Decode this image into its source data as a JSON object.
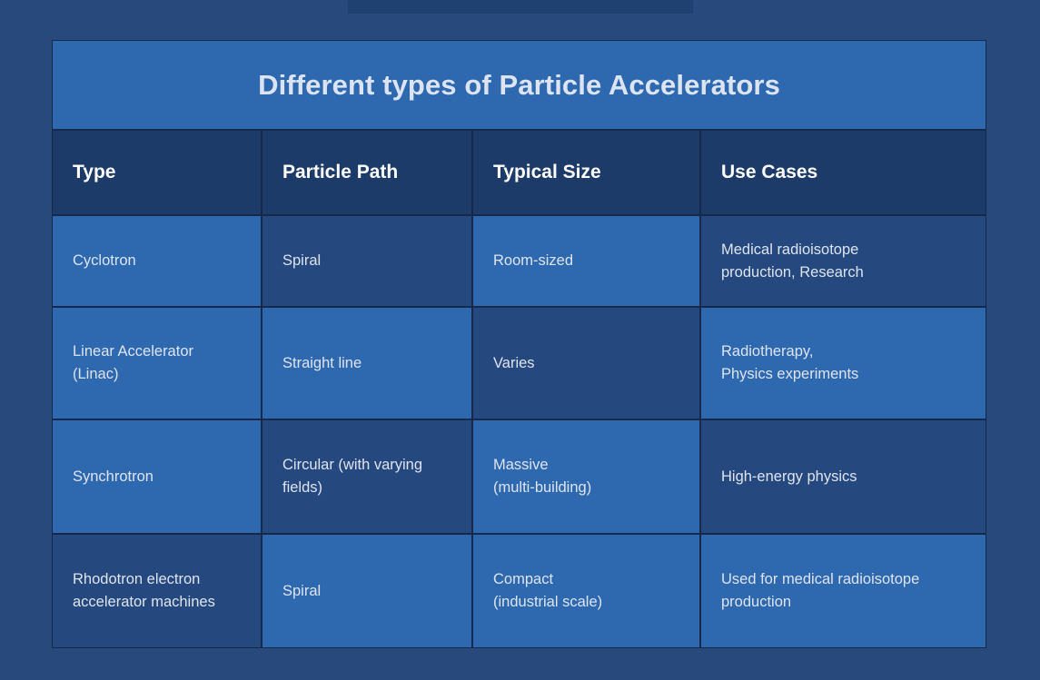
{
  "table": {
    "title": "Different types of Particle Accelerators",
    "columns": [
      {
        "label": "Type"
      },
      {
        "label": "Particle Path"
      },
      {
        "label": "Typical Size"
      },
      {
        "label": "Use Cases"
      }
    ],
    "rows": [
      {
        "cells": [
          {
            "text": "Cyclotron",
            "shade": "light"
          },
          {
            "text": "Spiral",
            "shade": "dark"
          },
          {
            "text": "Room-sized",
            "shade": "light"
          },
          {
            "text": "Medical radioisotope\nproduction, Research",
            "shade": "dark"
          }
        ]
      },
      {
        "cells": [
          {
            "text": "Linear Accelerator\n(Linac)",
            "shade": "light"
          },
          {
            "text": "Straight line",
            "shade": "light"
          },
          {
            "text": "Varies",
            "shade": "dark"
          },
          {
            "text": "Radiotherapy,\nPhysics experiments",
            "shade": "light"
          }
        ]
      },
      {
        "cells": [
          {
            "text": "Synchrotron",
            "shade": "light"
          },
          {
            "text": "Circular (with varying\nfields)",
            "shade": "dark"
          },
          {
            "text": "Massive\n(multi-building)",
            "shade": "light"
          },
          {
            "text": "High-energy physics",
            "shade": "dark"
          }
        ]
      },
      {
        "cells": [
          {
            "text": "Rhodotron electron\naccelerator machines",
            "shade": "dark"
          },
          {
            "text": "Spiral",
            "shade": "light"
          },
          {
            "text": "Compact\n(industrial scale)",
            "shade": "light"
          },
          {
            "text": "Used for medical radioisotope\nproduction",
            "shade": "light"
          }
        ]
      }
    ],
    "colors": {
      "page_background": "#27497c",
      "title_band": "#2e69b0",
      "header_row": "#1c3b68",
      "cell_light": "#2e69b0",
      "cell_dark": "#25497e",
      "grid_line": "#16294a",
      "title_text": "#dce4f2",
      "body_text": "#dee4ef",
      "header_text": "#ffffff"
    }
  }
}
